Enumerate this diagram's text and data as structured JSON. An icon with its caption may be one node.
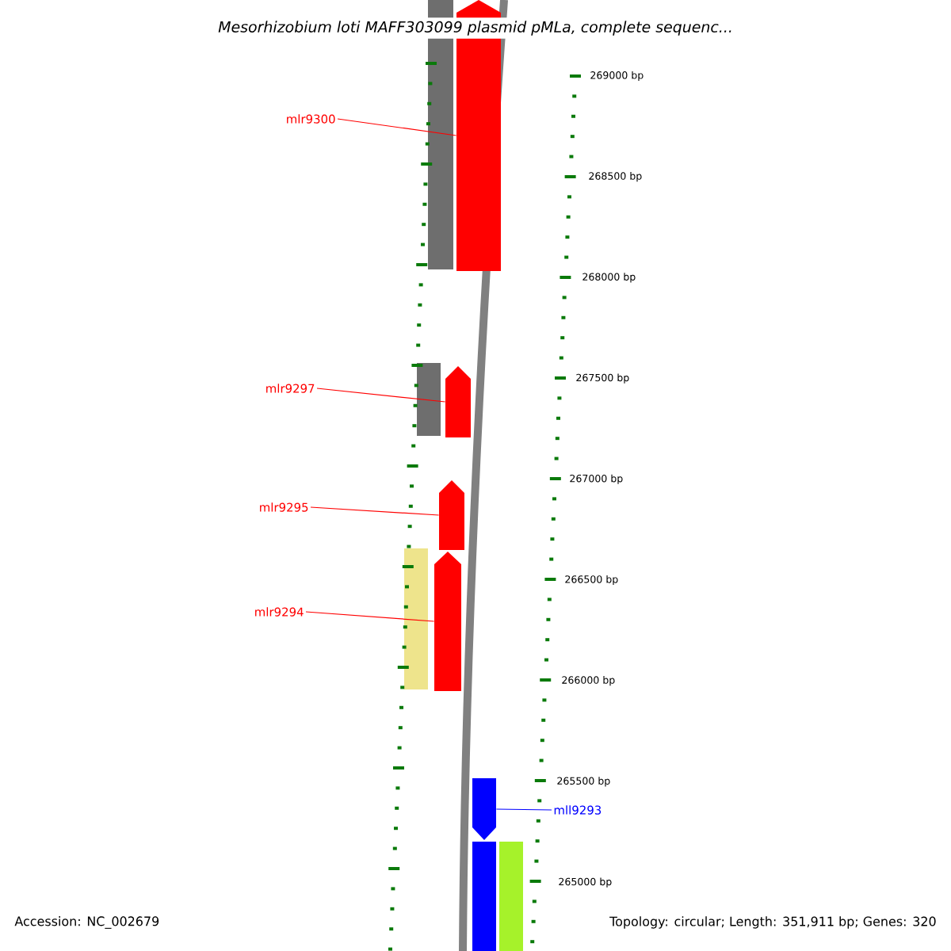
{
  "diagram": {
    "title": "Mesorhizobium loti MAFF303099 plasmid pMLa, complete sequenc...",
    "nodes": [
      {
        "text": [
          "mlr9300"
        ]
      },
      {
        "text": [
          "mlr9297"
        ]
      },
      {
        "text": [
          "mlr9295"
        ]
      },
      {
        "text": [
          "mlr9294"
        ]
      },
      {
        "text": [
          "mll9293"
        ]
      },
      {
        "text": [],
        "shape": "arrow"
      },
      {
        "text": [],
        "shape": "arrow"
      },
      {
        "text": [],
        "shape": "arrow"
      },
      {
        "text": [],
        "shape": "arrow"
      },
      {
        "text": [],
        "shape": "arrow"
      }
    ],
    "edges": [
      {
        "from": 0,
        "to": 5,
        "arrow": "none"
      },
      {
        "from": 1,
        "to": 6,
        "arrow": "none"
      },
      {
        "from": 2,
        "to": 7,
        "arrow": "none"
      },
      {
        "from": 3,
        "to": 8,
        "arrow": "none"
      },
      {
        "from": 4,
        "to": 9,
        "arrow": "none",
        "color": "#0000ff"
      }
    ],
    "labels": [
      "269000 bp",
      "268500 bp",
      "268000 bp",
      "267500 bp",
      "267000 bp",
      "266500 bp",
      "266000 bp",
      "265500 bp",
      "265000 bp",
      "Accession: NC_002679",
      "Topology: circular; Length: 351,911 bp; Genes: 320"
    ]
  }
}
